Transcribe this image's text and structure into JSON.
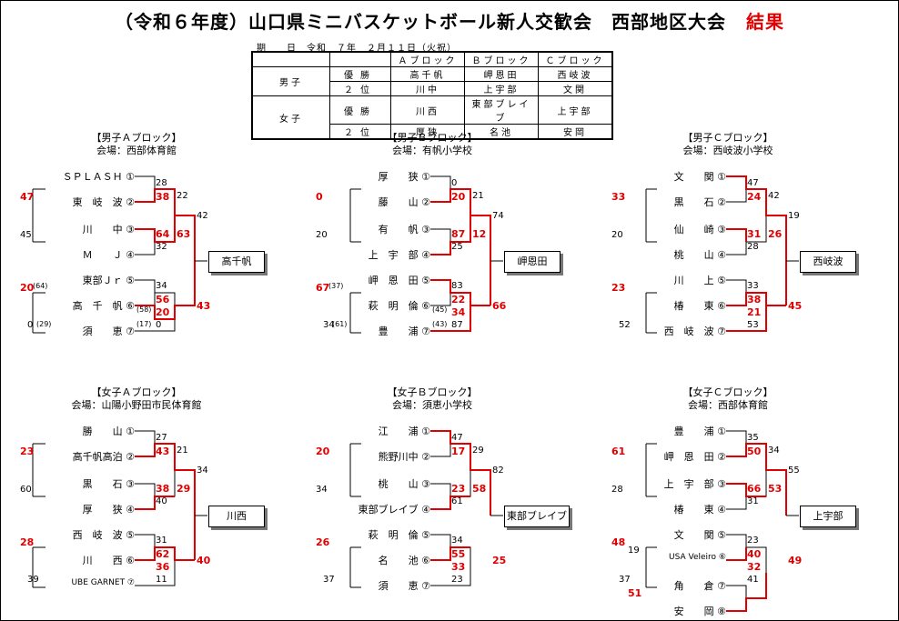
{
  "title": "（令和６年度）山口県ミニバスケットボール新人交歓会　西部地区大会",
  "title_result": "結果",
  "date_line": "期　　日　令和　７年　２月１１日（火祝）",
  "results_table": {
    "headers": [
      "Ａブロック",
      "Ｂブロック",
      "Ｃブロック"
    ],
    "groups": [
      {
        "label": "男子",
        "rows": [
          {
            "rank": "優勝",
            "values": [
              "高千帆",
              "岬恩田",
              "西岐波"
            ]
          },
          {
            "rank": "２位",
            "values": [
              "川中",
              "上宇部",
              "文関"
            ]
          }
        ]
      },
      {
        "label": "女子",
        "rows": [
          {
            "rank": "優勝",
            "values": [
              "川西",
              "東部ブレイブ",
              "上宇部"
            ]
          },
          {
            "rank": "２位",
            "values": [
              "厚狭",
              "名池",
              "安岡"
            ]
          }
        ]
      }
    ]
  },
  "blocks": [
    {
      "title": "【男子Ａブロック】",
      "venue": "会場：西部体育館",
      "winner": "高千帆",
      "teams": [
        "ＳＰＬＡＳＨ ①",
        "東　岐　波 ②",
        "川　　中 ③",
        "Ｍ　　Ｊ ④",
        "東部Ｊｒ ⑤",
        "高　千　帆 ⑥",
        "須　　恵 ⑦"
      ],
      "scores": {
        "a": "28",
        "b": "38",
        "c": "22",
        "d": "64",
        "e": "32",
        "f": "63",
        "g": "42",
        "h": "47",
        "i": "45",
        "j": "34",
        "k": "56",
        "l": "20",
        "m": "0",
        "n": "43",
        "o": "20",
        "p": "0"
      },
      "smalls": [
        "(64)",
        "(58)",
        "(29)",
        "(17)"
      ]
    },
    {
      "title": "【男子Ｂブロック】",
      "venue": "会場：有帆小学校",
      "winner": "岬恩田",
      "teams": [
        "厚　　狭 ①",
        "藤　　山 ②",
        "有　　帆 ③",
        "上　宇　部 ④",
        "岬　恩　田 ⑤",
        "萩　明　倫 ⑥",
        "豊　　浦 ⑦"
      ],
      "scores": {
        "a": "0",
        "b": "20",
        "c": "21",
        "d": "87",
        "e": "25",
        "f": "12",
        "g": "74",
        "h": "0",
        "i": "20",
        "j": "83",
        "k": "22",
        "l": "34",
        "m": "87",
        "n": "66",
        "o": "67",
        "p": "34"
      },
      "smalls": [
        "(37)",
        "(45)",
        "(61)",
        "(43)"
      ]
    },
    {
      "title": "【男子Ｃブロック】",
      "venue": "会場：西岐波小学校",
      "winner": "西岐波",
      "teams": [
        "文　　関 ①",
        "黒　　石 ②",
        "仙　　崎 ③",
        "桃　　山 ④",
        "川　　上 ⑤",
        "椿　　東 ⑥",
        "西　岐　波 ⑦"
      ],
      "scores": {
        "a": "47",
        "b": "24",
        "c": "42",
        "d": "31",
        "e": "28",
        "f": "26",
        "g": "19",
        "h": "33",
        "i": "20",
        "j": "33",
        "k": "38",
        "l": "21",
        "m": "53",
        "n": "45",
        "o": "23",
        "p": "52"
      }
    },
    {
      "title": "【女子Ａブロック】",
      "venue": "会場：山陽小野田市民体育館",
      "winner": "川西",
      "teams": [
        "勝　　山 ①",
        "高千帆高泊 ②",
        "黒　　石 ③",
        "厚　　狭 ④",
        "西　岐　波 ⑤",
        "川　　西 ⑥",
        "UBE GARNET ⑦"
      ],
      "scores": {
        "a": "27",
        "b": "43",
        "c": "21",
        "d": "38",
        "e": "40",
        "f": "29",
        "g": "34",
        "h": "23",
        "i": "60",
        "j": "31",
        "k": "62",
        "l": "36",
        "m": "11",
        "n": "40",
        "o": "28",
        "p": "39"
      }
    },
    {
      "title": "【女子Ｂブロック】",
      "venue": "会場：須恵小学校",
      "winner": "東部ブレイブ",
      "teams": [
        "江　　浦 ①",
        "熊野川中 ②",
        "桃　　山 ③",
        "東部ブレイブ ④",
        "萩　明　倫 ⑤",
        "名　　池 ⑥",
        "須　　恵 ⑦"
      ],
      "scores": {
        "a": "47",
        "b": "17",
        "c": "29",
        "d": "23",
        "e": "61",
        "f": "58",
        "g": "82",
        "h": "20",
        "i": "34",
        "j": "34",
        "k": "55",
        "l": "33",
        "m": "23",
        "n": "25",
        "o": "26",
        "p": "37"
      }
    },
    {
      "title": "【女子Ｃブロック】",
      "venue": "会場：西部体育館",
      "winner": "上宇部",
      "teams": [
        "豊　　浦 ①",
        "岬　恩　田 ②",
        "上　宇　部 ③",
        "椿　　東 ④",
        "文　　関 ⑤",
        "USA Veleiro ⑥",
        "角　　倉 ⑦",
        "安　　岡 ⑧"
      ],
      "scores": {
        "a": "35",
        "b": "50",
        "c": "34",
        "d": "66",
        "e": "31",
        "f": "53",
        "g": "55",
        "h": "61",
        "i": "28",
        "j": "23",
        "k": "40",
        "l": "32",
        "m": "41",
        "n": "49",
        "o": "48",
        "p": "37",
        "q": "19",
        "r": "51"
      }
    }
  ]
}
